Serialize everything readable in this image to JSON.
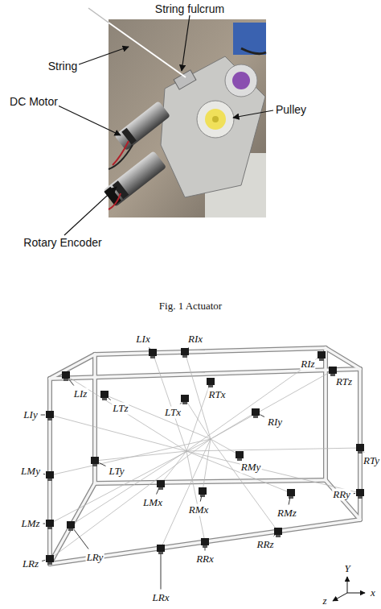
{
  "diagram": {
    "caption": "Fig. 1 Actuator",
    "labels": [
      "String fulcrum",
      "String",
      "DC Motor",
      "Pulley",
      "Rotary Encoder",
      "LIx",
      "RIx",
      "RIz",
      "RTz",
      "LIz",
      "LTz",
      "RTx",
      "LTx",
      "LIy",
      "RIy",
      "RTy",
      "LMy",
      "LTy",
      "RMy",
      "RRy",
      "LMz",
      "LMx",
      "RMx",
      "RMz",
      "LRz",
      "LRy",
      "RRz",
      "RRx",
      "LRx",
      "Y",
      "z",
      "x"
    ]
  }
}
